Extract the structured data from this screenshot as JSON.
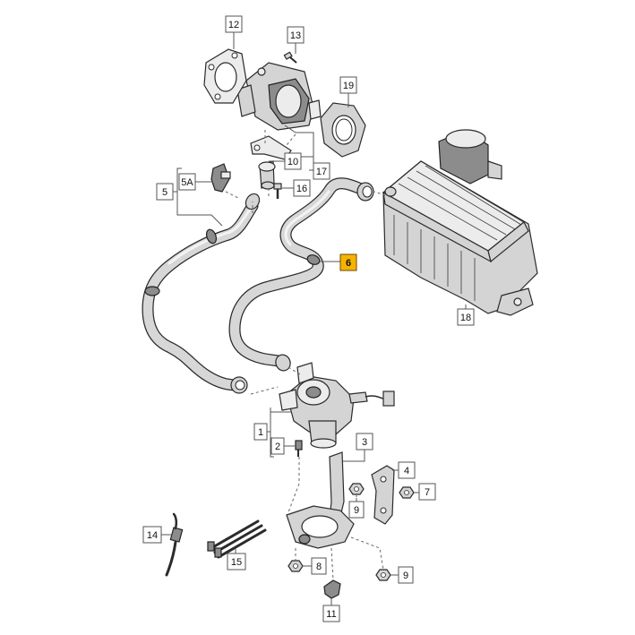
{
  "callouts": [
    {
      "id": "c1",
      "label": "1",
      "highlight": false
    },
    {
      "id": "c2",
      "label": "2",
      "highlight": false
    },
    {
      "id": "c3",
      "label": "3",
      "highlight": false
    },
    {
      "id": "c4",
      "label": "4",
      "highlight": false
    },
    {
      "id": "c5",
      "label": "5",
      "highlight": false
    },
    {
      "id": "c5a",
      "label": "5A",
      "highlight": false
    },
    {
      "id": "c6",
      "label": "6",
      "highlight": true
    },
    {
      "id": "c7",
      "label": "7",
      "highlight": false
    },
    {
      "id": "c8",
      "label": "8",
      "highlight": false
    },
    {
      "id": "c9a",
      "label": "9",
      "highlight": false
    },
    {
      "id": "c9b",
      "label": "9",
      "highlight": false
    },
    {
      "id": "c10",
      "label": "10",
      "highlight": false
    },
    {
      "id": "c11",
      "label": "11",
      "highlight": false
    },
    {
      "id": "c12",
      "label": "12",
      "highlight": false
    },
    {
      "id": "c13",
      "label": "13",
      "highlight": false
    },
    {
      "id": "c14",
      "label": "14",
      "highlight": false
    },
    {
      "id": "c15",
      "label": "15",
      "highlight": false
    },
    {
      "id": "c16",
      "label": "16",
      "highlight": false
    },
    {
      "id": "c17",
      "label": "17",
      "highlight": false
    },
    {
      "id": "c18",
      "label": "18",
      "highlight": false
    },
    {
      "id": "c19",
      "label": "19",
      "highlight": false
    }
  ],
  "colors": {
    "highlight": "#f5b400",
    "line": "#555555",
    "part_fill": "#d4d4d4"
  }
}
